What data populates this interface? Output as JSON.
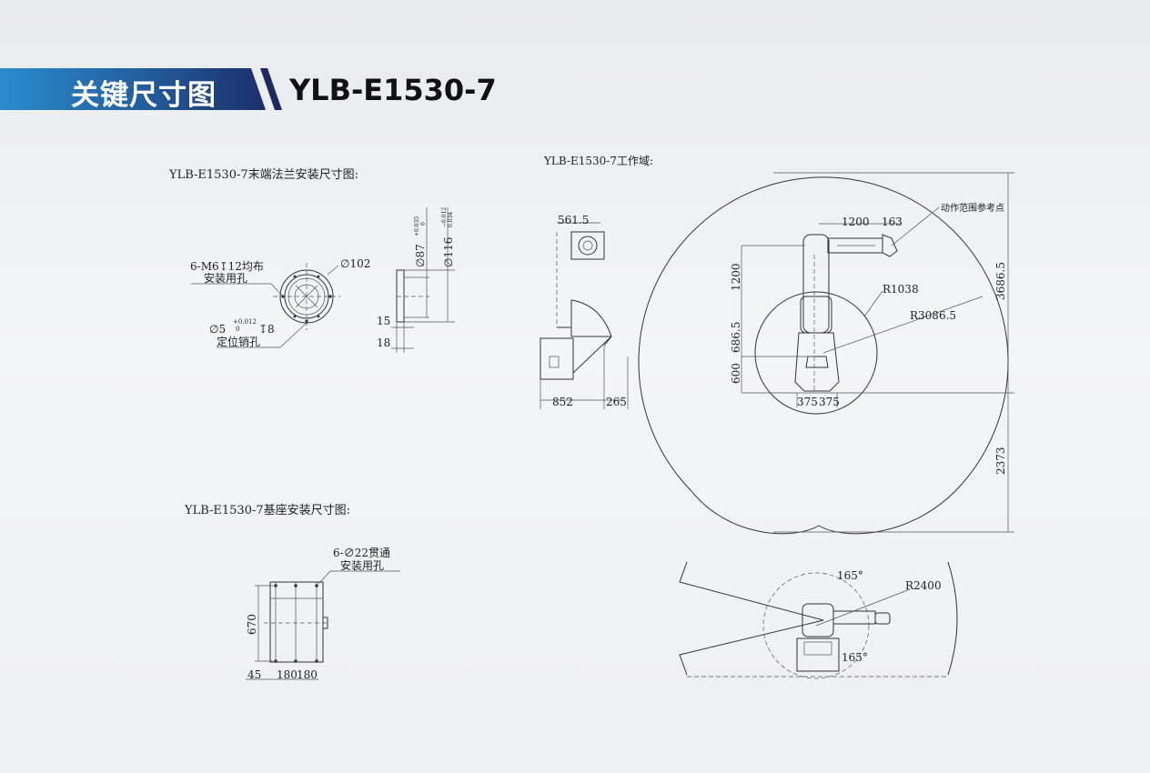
{
  "header": {
    "section_title": "关键尺寸图",
    "model": "YLB-E1530-7"
  },
  "flange": {
    "title": "YLB-E1530-7末端法兰安装尺寸图:",
    "hole_label_1": "6-M6↧12均布",
    "hole_label_2": "安装用孔",
    "dia_102": "∅102",
    "pin_label_1": "∅5",
    "pin_tol_top": "+0.012",
    "pin_tol_bottom": "0",
    "pin_depth": "↧8",
    "pin_label_2": "定位销孔",
    "dia_87": "∅87",
    "dia_87_tol_top": "+0.035",
    "dia_87_tol_bottom": "0",
    "dia_116": "∅116",
    "dia_116_tol_top": "−0.012",
    "dia_116_tol_bottom": "0.034",
    "dim_15": "15",
    "dim_18": "18"
  },
  "workspace": {
    "title": "YLB-E1530-7工作域:",
    "side_561": "561.5",
    "side_852": "852",
    "side_265": "265",
    "dim_1200_h": "1200",
    "dim_163": "163",
    "ref_point": "动作范围参考点",
    "dim_1200_v": "1200",
    "dim_686": "686.5",
    "dim_600": "600",
    "r_small": "R1038",
    "r_large": "R3086.5",
    "dim_3686": "3686.5",
    "dim_2373": "2373",
    "dim_375a": "375",
    "dim_375b": "375",
    "top_angle_1": "165°",
    "top_angle_2": "165°",
    "top_radius": "R2400"
  },
  "base": {
    "title": "YLB-E1530-7基座安装尺寸图:",
    "hole_label_1": "6-∅22贯通",
    "hole_label_2": "安装用孔",
    "dim_670": "670",
    "dim_45": "45",
    "dim_180a": "180",
    "dim_180b": "180"
  }
}
